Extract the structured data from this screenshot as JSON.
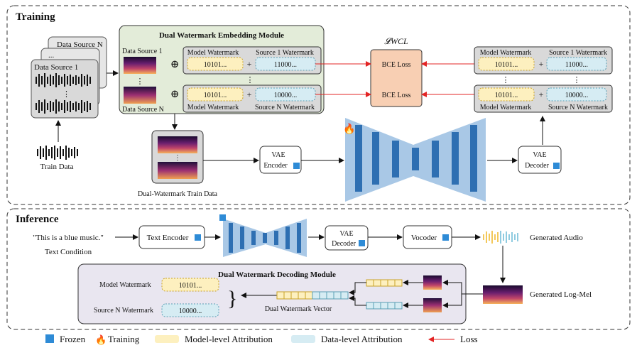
{
  "colors": {
    "green_panel": "#e3ecd9",
    "gray_box": "#d9d9d9",
    "yellow_fill": "#fdf0bf",
    "yellow_stroke": "#c9a227",
    "blue_fill": "#d6ecf3",
    "blue_stroke": "#5a9fb5",
    "bce_fill": "#f8cfb3",
    "unet_bar": "#2e6fb2",
    "unet_bg": "#a9c8e6",
    "loss_arrow": "#e32424",
    "decoding_panel": "#e9e6f0"
  },
  "training": {
    "title": "Training",
    "data_sources": [
      "Data Source N",
      "...",
      "Data Source 1"
    ],
    "train_data_label": "Train Data",
    "embed_module": {
      "title": "Dual Watermark Embedding Module",
      "source1_label": "Data Source 1",
      "sourceN_label": "Data Source N",
      "row1": {
        "model_header": "Model Watermark",
        "source_header": "Source 1 Watermark",
        "model_bits": "10101...",
        "source_bits": "11000..."
      },
      "row2": {
        "model_footer": "Model Watermark",
        "source_footer": "Source N Watermark",
        "model_bits": "10101...",
        "source_bits": "10000..."
      }
    },
    "loss_label": "𝓛WCL",
    "bce1": "BCE Loss",
    "bce2": "BCE Loss",
    "decoded": {
      "row1": {
        "model_header": "Model Watermark",
        "source_header": "Source 1 Watermark",
        "model_bits": "10101...",
        "source_bits": "11000..."
      },
      "row2": {
        "model_footer": "Model Watermark",
        "source_footer": "Source N Watermark",
        "model_bits": "10101...",
        "source_bits": "10000..."
      }
    },
    "dual_train_label": "Dual-Watermark Train Data",
    "vae_encoder": "VAE\nEncoder",
    "vae_decoder": "VAE\nDecoder"
  },
  "inference": {
    "title": "Inference",
    "prompt": "\"This is a blue music.\"",
    "prompt_caption": "Text Condition",
    "text_encoder": "Text Encoder",
    "vae_decoder": "VAE\nDecoder",
    "vocoder": "Vocoder",
    "generated_audio": "Generated Audio",
    "generated_logmel": "Generated Log-Mel",
    "decode_module": {
      "title": "Dual Watermark Decoding Module",
      "model_label": "Model Watermark",
      "source_label": "Source N Watermark",
      "model_bits": "10101...",
      "source_bits": "10000...",
      "vector_label": "Dual Watermark Vector"
    }
  },
  "legend": {
    "frozen": "Frozen",
    "training": "Training",
    "model_level": "Model-level Attribution",
    "data_level": "Data-level Attribution",
    "loss": "Loss"
  }
}
